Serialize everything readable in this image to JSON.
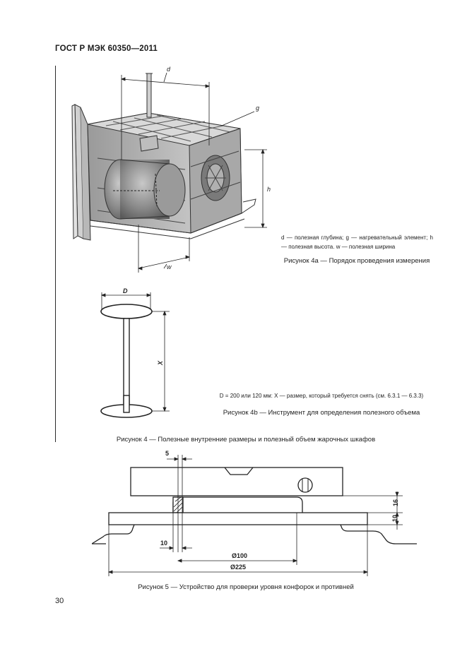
{
  "header": {
    "doc_code": "ГОСТ Р МЭК 60350—2011"
  },
  "figure4a": {
    "labels": {
      "d": "d",
      "g": "g",
      "h": "h",
      "w": "w"
    },
    "legend": "d — полезная глубина; g — нагревательный элемент; h — полезная высота. w — полезная ширина",
    "caption": "Рисунок 4а — Порядок проведения измерения"
  },
  "figure4b": {
    "labels": {
      "D": "D",
      "X": "X"
    },
    "note": "D = 200 или 120 мм: X — размер, который требуется снять (см. 6.3.1 — 6.3.3)",
    "caption": "Рисунок 4b — Инструмент для определения полезного объема"
  },
  "figure4": {
    "caption": "Рисунок 4 — Полезные внутренние размеры и полезный объем жарочных шкафов"
  },
  "figure5": {
    "dims": {
      "five": "5",
      "ten_left": "10",
      "d100": "Ø100",
      "d225": "Ø225",
      "sixteen": "16",
      "ten_right": "10"
    },
    "caption": "Рисунок 5 — Устройство для проверки уровня конфорок и противней"
  },
  "footer": {
    "page_number": "30"
  }
}
